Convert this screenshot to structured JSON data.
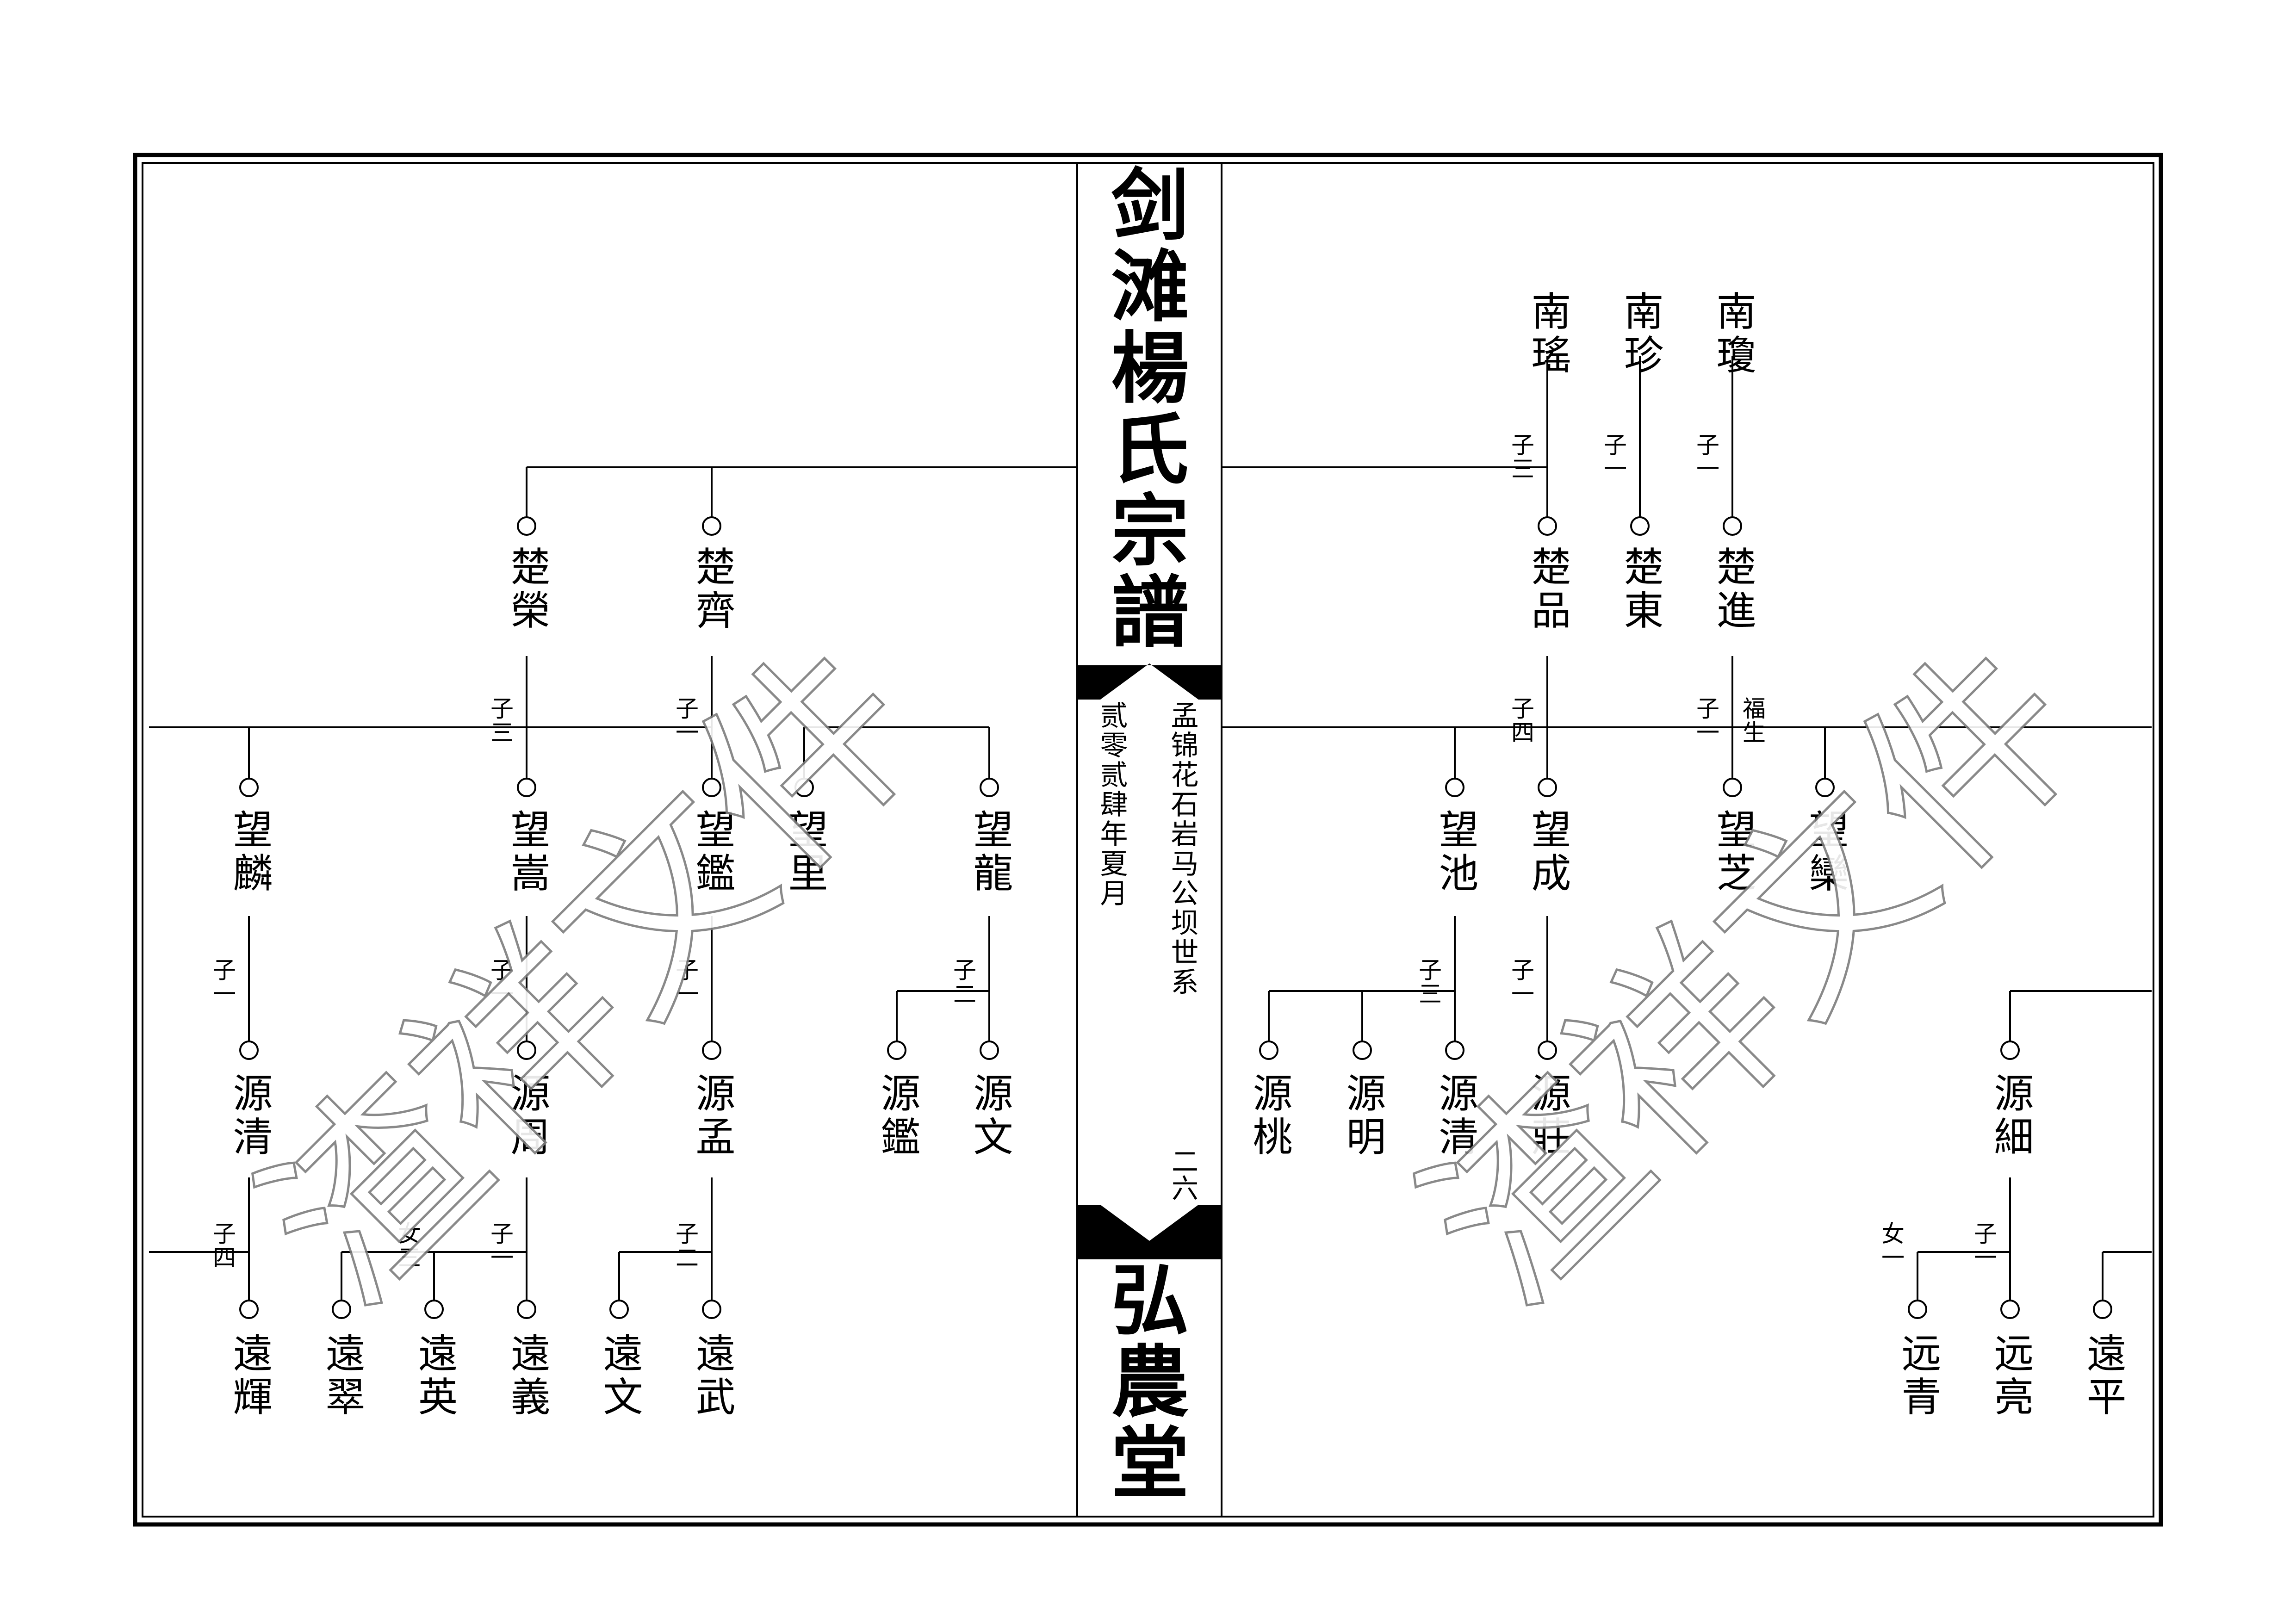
{
  "spine": {
    "title": "剑滩楊氏宗譜",
    "hall": "弘農堂",
    "lineage": "孟锦花石岩马公坝世系",
    "date": "贰零贰肆年夏月",
    "page_no": "二六"
  },
  "watermark": "渣祥文件",
  "right": {
    "gen1": [
      {
        "name": "南瓊",
        "tag": "子一"
      },
      {
        "name": "南珍",
        "tag": "子一"
      },
      {
        "name": "南瑤",
        "tag": "子三"
      }
    ],
    "gen2": [
      {
        "name": "楚進",
        "tag": "子一",
        "note": "福生"
      },
      {
        "name": "楚東"
      },
      {
        "name": "楚品",
        "tag": "子四"
      }
    ],
    "gen3": [
      {
        "name": "望欒"
      },
      {
        "name": "望芝"
      },
      {
        "name": "望成",
        "tag": "子一"
      },
      {
        "name": "望池",
        "tag": "子三"
      }
    ],
    "gen4": [
      {
        "name": "源細",
        "tag": "子一"
      },
      {
        "name": "源莊"
      },
      {
        "name": "源清"
      },
      {
        "name": "源明"
      },
      {
        "name": "源桃"
      }
    ],
    "gen4_tag_girl": "女一",
    "gen5": [
      {
        "name": "遠平"
      },
      {
        "name": "远亮"
      },
      {
        "name": "远青"
      }
    ]
  },
  "left": {
    "gen2": [
      {
        "name": "楚齊",
        "tag": "子一"
      },
      {
        "name": "楚榮",
        "tag": "子三"
      }
    ],
    "gen3": [
      {
        "name": "望龍",
        "tag": "子二"
      },
      {
        "name": "望里"
      },
      {
        "name": "望鑑",
        "tag": "子一"
      },
      {
        "name": "望嵩",
        "tag": "子一"
      },
      {
        "name": "望麟",
        "tag": "子一"
      }
    ],
    "gen4": [
      {
        "name": "源文"
      },
      {
        "name": "源鑑"
      },
      {
        "name": "源孟",
        "tag": "子二"
      },
      {
        "name": "源周",
        "tag": "子一"
      },
      {
        "name": "源清",
        "tag": "子四"
      }
    ],
    "gen4_tag_girl": "女三",
    "gen5": [
      {
        "name": "遠武"
      },
      {
        "name": "遠文"
      },
      {
        "name": "遠義"
      },
      {
        "name": "遠英"
      },
      {
        "name": "遠翠"
      },
      {
        "name": "遠輝"
      }
    ]
  }
}
